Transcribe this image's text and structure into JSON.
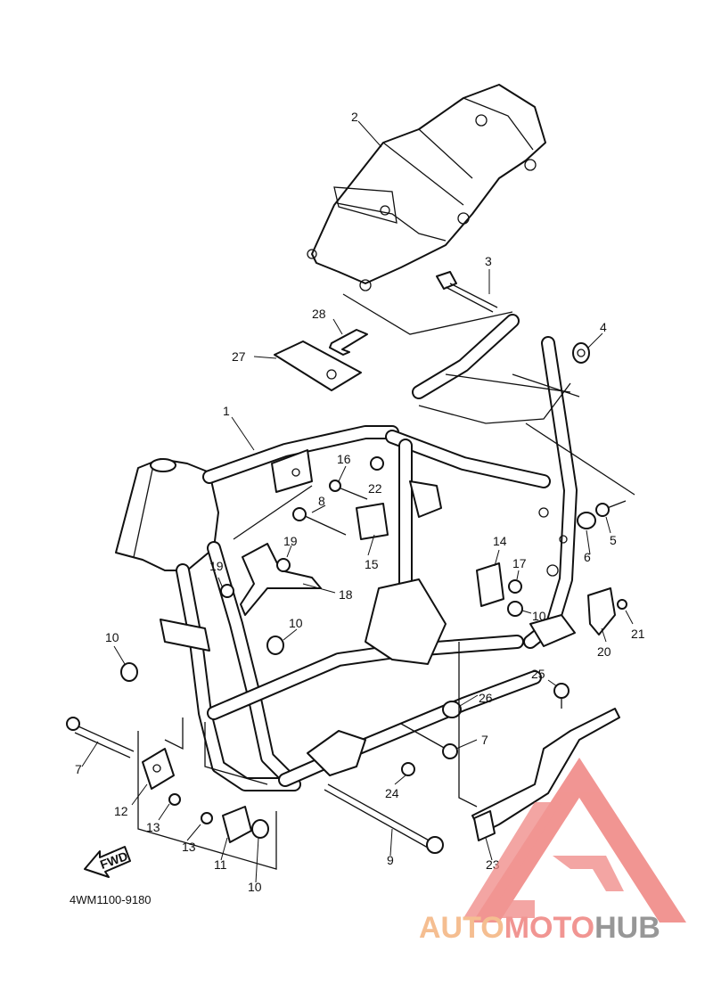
{
  "diagram": {
    "code": "4WM1100-9180",
    "fwd_label": "FWD",
    "callouts": [
      {
        "id": "c1",
        "text": "1"
      },
      {
        "id": "c2",
        "text": "2"
      },
      {
        "id": "c3",
        "text": "3"
      },
      {
        "id": "c4",
        "text": "4"
      },
      {
        "id": "c5",
        "text": "5"
      },
      {
        "id": "c6",
        "text": "6"
      },
      {
        "id": "c7a",
        "text": "7"
      },
      {
        "id": "c7b",
        "text": "7"
      },
      {
        "id": "c8",
        "text": "8"
      },
      {
        "id": "c9",
        "text": "9"
      },
      {
        "id": "c10a",
        "text": "10"
      },
      {
        "id": "c10b",
        "text": "10"
      },
      {
        "id": "c10c",
        "text": "10"
      },
      {
        "id": "c10d",
        "text": "10"
      },
      {
        "id": "c11",
        "text": "11"
      },
      {
        "id": "c12",
        "text": "12"
      },
      {
        "id": "c13a",
        "text": "13"
      },
      {
        "id": "c13b",
        "text": "13"
      },
      {
        "id": "c14",
        "text": "14"
      },
      {
        "id": "c15",
        "text": "15"
      },
      {
        "id": "c16",
        "text": "16"
      },
      {
        "id": "c17",
        "text": "17"
      },
      {
        "id": "c18",
        "text": "18"
      },
      {
        "id": "c19a",
        "text": "19"
      },
      {
        "id": "c19b",
        "text": "19"
      },
      {
        "id": "c20",
        "text": "20"
      },
      {
        "id": "c21",
        "text": "21"
      },
      {
        "id": "c22",
        "text": "22"
      },
      {
        "id": "c23",
        "text": "23"
      },
      {
        "id": "c24",
        "text": "24"
      },
      {
        "id": "c25",
        "text": "25"
      },
      {
        "id": "c26",
        "text": "26"
      },
      {
        "id": "c27",
        "text": "27"
      },
      {
        "id": "c28",
        "text": "28"
      }
    ]
  },
  "watermark": {
    "part1": "AUTO",
    "part2": "MOTO",
    "part3": "HUB",
    "colors": {
      "auto": "#f4b886",
      "moto": "#f08a87",
      "hub": "#8c8c8c",
      "triangle": "#f08a87"
    }
  }
}
